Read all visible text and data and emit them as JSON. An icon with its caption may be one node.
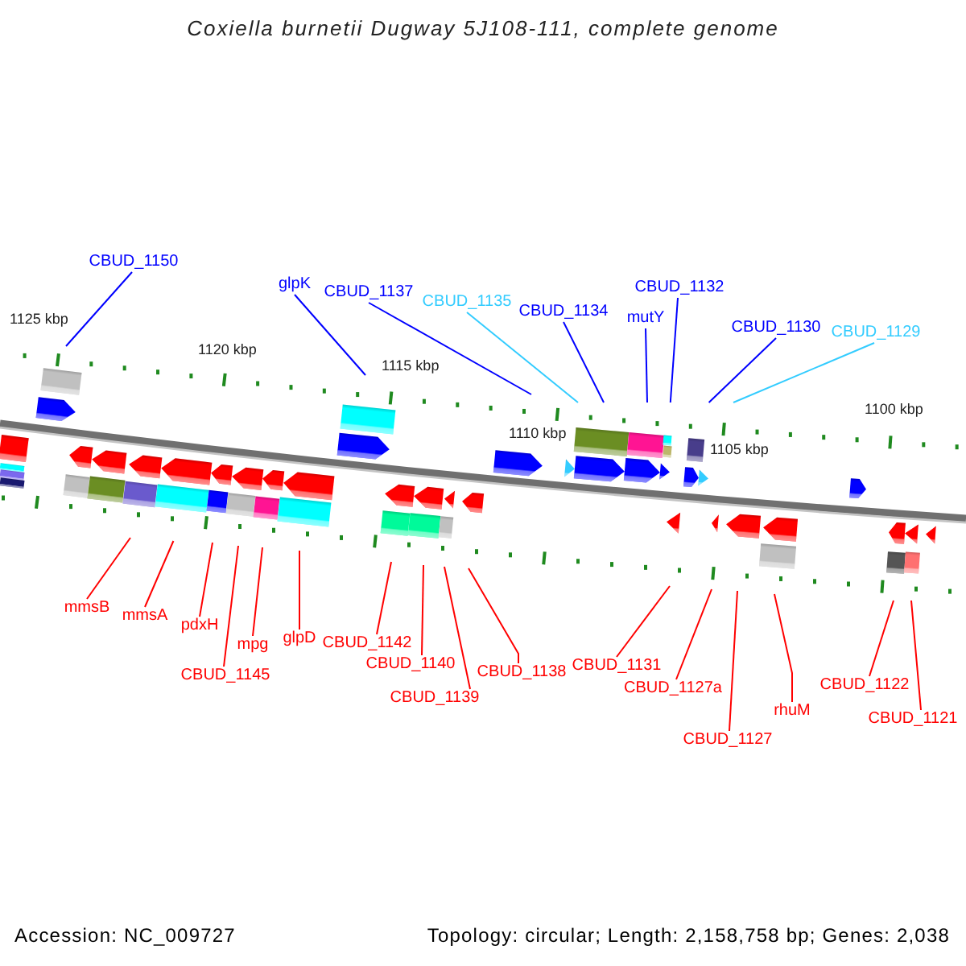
{
  "diagram": {
    "title": "Coxiella burnetii Dugway 5J108-111, complete genome",
    "nodes": [
      {
        "text": [
          "CBUD_1150"
        ]
      },
      {
        "text": [
          "glpK"
        ]
      },
      {
        "text": [
          "CBUD_1137"
        ]
      },
      {
        "text": [
          "CBUD_1135"
        ]
      },
      {
        "text": [
          "CBUD_1134"
        ]
      },
      {
        "text": [
          "mutY"
        ]
      },
      {
        "text": [
          "CBUD_1132"
        ]
      },
      {
        "text": [
          "CBUD_1130"
        ]
      },
      {
        "text": [
          "CBUD_1129"
        ]
      },
      {
        "text": [
          "mmsB"
        ]
      },
      {
        "text": [
          "mmsA"
        ]
      },
      {
        "text": [
          "pdxH"
        ]
      },
      {
        "text": [
          "CBUD_1145"
        ]
      },
      {
        "text": [
          "mpg"
        ]
      },
      {
        "text": [
          "glpD"
        ]
      },
      {
        "text": [
          "CBUD_1142"
        ]
      },
      {
        "text": [
          "CBUD_1140"
        ]
      },
      {
        "text": [
          "CBUD_1139"
        ]
      },
      {
        "text": [
          "CBUD_1138"
        ]
      },
      {
        "text": [
          "CBUD_1131"
        ]
      },
      {
        "text": [
          "CBUD_1127a"
        ]
      },
      {
        "text": [
          "CBUD_1127"
        ]
      },
      {
        "text": [
          "rhuM"
        ]
      },
      {
        "text": [
          "CBUD_1122"
        ]
      },
      {
        "text": [
          "CBUD_1121"
        ]
      }
    ],
    "edges": [
      {
        "from": 0,
        "to": null,
        "arrow": "none",
        "color": "#0000ff"
      },
      {
        "from": 1,
        "to": null,
        "arrow": "none",
        "color": "#0000ff"
      },
      {
        "from": 2,
        "to": null,
        "arrow": "none",
        "color": "#0000ff"
      },
      {
        "from": 3,
        "to": null,
        "arrow": "none",
        "color": "#33ccff"
      },
      {
        "from": 4,
        "to": null,
        "arrow": "none",
        "color": "#0000ff"
      },
      {
        "from": 5,
        "to": null,
        "arrow": "none",
        "color": "#0000ff"
      },
      {
        "from": 6,
        "to": null,
        "arrow": "none",
        "color": "#0000ff"
      },
      {
        "from": 7,
        "to": null,
        "arrow": "none",
        "color": "#0000ff"
      },
      {
        "from": 8,
        "to": null,
        "arrow": "none",
        "color": "#33ccff"
      },
      {
        "from": 9,
        "to": null,
        "arrow": "none"
      },
      {
        "from": 10,
        "to": null,
        "arrow": "none"
      },
      {
        "from": 11,
        "to": null,
        "arrow": "none"
      },
      {
        "from": 12,
        "to": null,
        "arrow": "none"
      },
      {
        "from": 13,
        "to": null,
        "arrow": "none"
      },
      {
        "from": 14,
        "to": null,
        "arrow": "none"
      },
      {
        "from": 15,
        "to": null,
        "arrow": "none"
      },
      {
        "from": 16,
        "to": null,
        "arrow": "none"
      },
      {
        "from": 17,
        "to": null,
        "arrow": "none"
      },
      {
        "from": 18,
        "to": null,
        "arrow": "none"
      },
      {
        "from": 19,
        "to": null,
        "arrow": "none"
      },
      {
        "from": 20,
        "to": null,
        "arrow": "none"
      },
      {
        "from": 21,
        "to": null,
        "arrow": "none"
      },
      {
        "from": 22,
        "to": null,
        "arrow": "none"
      },
      {
        "from": 23,
        "to": null,
        "arrow": "none"
      },
      {
        "from": 24,
        "to": null,
        "arrow": "none"
      }
    ],
    "labels": [
      "1125 kbp",
      "1120 kbp",
      "1115 kbp",
      "1110 kbp",
      "1105 kbp",
      "1100 kbp",
      "Accession: NC_009727",
      "Topology: circular; Length: 2,158,758 bp; Genes: 2,038"
    ]
  }
}
